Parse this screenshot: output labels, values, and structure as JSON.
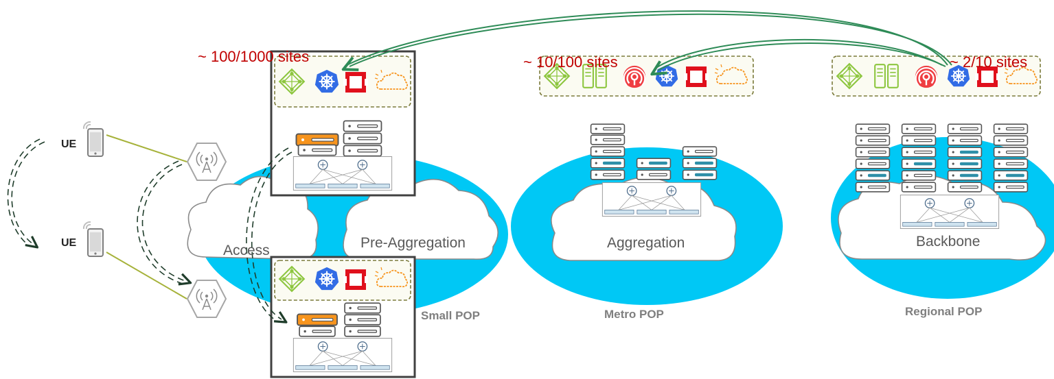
{
  "sites": {
    "small": "~ 100/1000 sites",
    "metro": "~ 10/100 sites",
    "regional": "~ 2/10 sites"
  },
  "clouds": {
    "access": "Access",
    "pre_aggregation": "Pre-Aggregation",
    "aggregation": "Aggregation",
    "backbone": "Backbone"
  },
  "pops": {
    "small": "Small POP",
    "metro": "Metro POP",
    "regional": "Regional POP"
  },
  "ue": {
    "top": "UE",
    "bottom": "UE"
  },
  "icons": {
    "kubernetes": "kubernetes-icon",
    "openshift": "openshift-icon",
    "contrail": "network-icon",
    "ceph": "storage-icon",
    "server": "server-icon",
    "cloud": "cloud-icon",
    "cell_tower": "cell-tower-icon",
    "phone": "phone-icon",
    "switch_fabric": "switch-fabric-icon"
  },
  "colors": {
    "sites_text": "#c00000",
    "ellipse": "#00c8f5",
    "arrow_green": "#2e8b57",
    "dash_dark": "#1f3d2b",
    "olive": "#a6b23a",
    "openshift_red": "#e0101c",
    "kube_blue": "#326ce5",
    "contrail_green": "#8dc63f",
    "server_orange": "#f7941d"
  }
}
